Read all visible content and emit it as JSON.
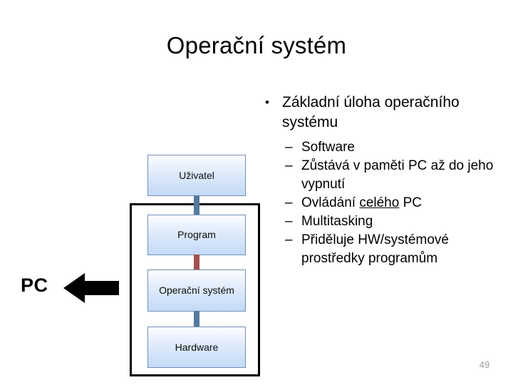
{
  "slide": {
    "title": "Operační systém",
    "page_number": "49"
  },
  "bullets": {
    "level1": {
      "marker": "•",
      "text": "Základní úloha operačního systému"
    },
    "level2_marker": "–",
    "items": [
      {
        "text": "Software",
        "underlined_word": ""
      },
      {
        "text": "Zůstává v paměti PC až do jeho vypnutí",
        "underlined_word": ""
      },
      {
        "pre": "Ovládání ",
        "underlined_word": "celého",
        "post": " PC"
      },
      {
        "text": "Multitasking",
        "underlined_word": ""
      },
      {
        "text": "Přiděluje HW/systémové prostředky programům",
        "underlined_word": ""
      }
    ]
  },
  "diagram": {
    "pc_label": "PC",
    "arrow_icon": "left-arrow-icon",
    "nodes": [
      {
        "label": "Uživatel"
      },
      {
        "label": "Program"
      },
      {
        "label": "Operační systém"
      },
      {
        "label": "Hardware"
      }
    ],
    "connector_colors": {
      "uzivatel_program": "#56799e",
      "program_os": "#a4504f",
      "os_hardware": "#56799e"
    },
    "node_fill_top": "#fcfdff",
    "node_fill_bottom": "#c3daf7",
    "node_border": "#7390b5",
    "frame_color": "#000000"
  }
}
